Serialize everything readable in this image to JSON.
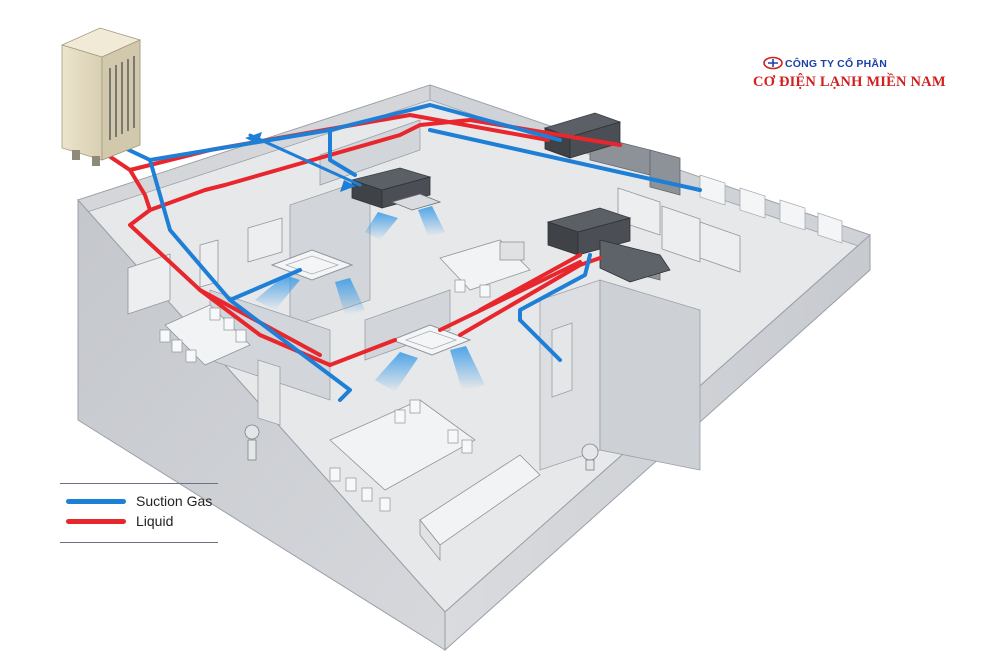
{
  "brand": {
    "line1": "CÔNG TY CỔ PHẦN",
    "line2": "CƠ ĐIỆN LẠNH MIỀN NAM",
    "logo_color_primary": "#d21f1f",
    "logo_color_secondary": "#1d3fa8"
  },
  "legend": {
    "items": [
      {
        "label": "Suction Gas",
        "color": "#1e7fd6"
      },
      {
        "label": "Liquid",
        "color": "#e8262d"
      }
    ]
  },
  "colors": {
    "suction_gas": "#1e7fd6",
    "liquid": "#e8262d",
    "floor": "#e9eaec",
    "wall": "#c9ccd1",
    "equipment": "#4b4f55",
    "outdoor_unit": "#e8e0c6",
    "airflow": "#49a8f0"
  }
}
